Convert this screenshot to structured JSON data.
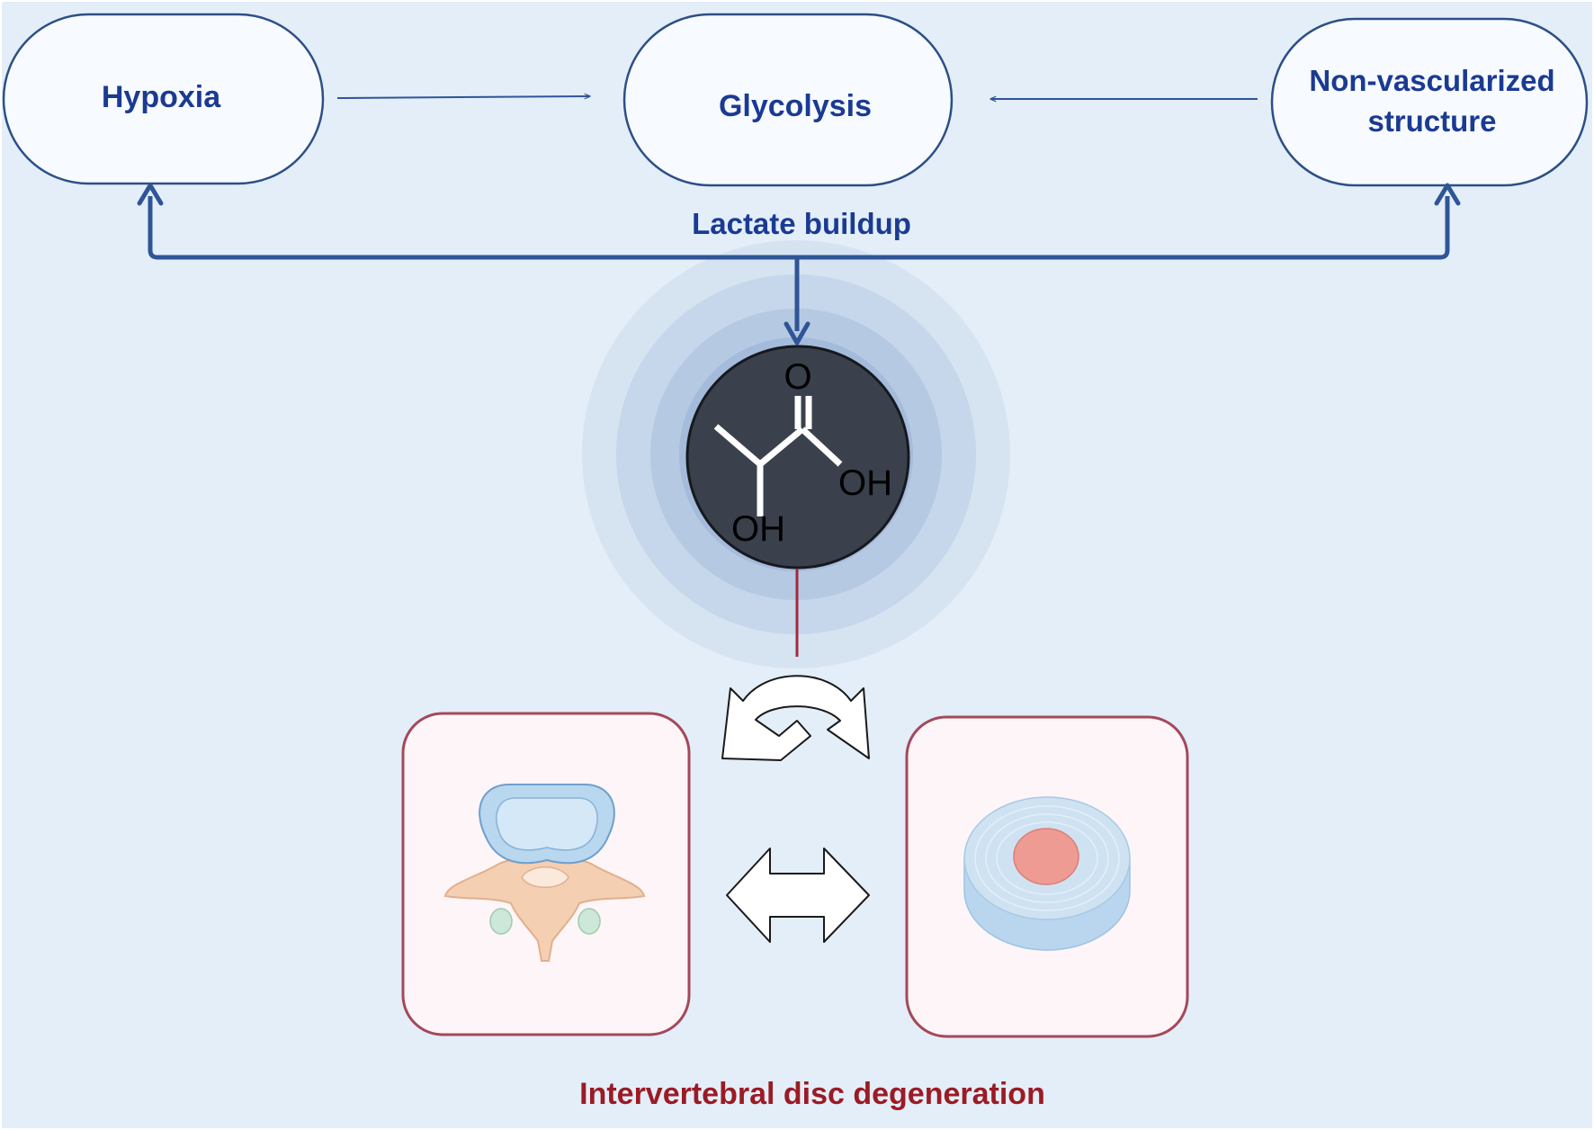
{
  "nodes": {
    "hypoxia": "Hypoxia",
    "glycolysis": "Glycolysis",
    "nonvasc_line1": "Non-vascularized",
    "nonvasc_line2": "structure"
  },
  "labels": {
    "lactate_buildup": "Lactate buildup",
    "idd": "Intervertebral disc degeneration"
  },
  "molecule": {
    "atom_o": "O",
    "atom_oh_right": "OH",
    "atom_oh_bottom": "OH"
  },
  "colors": {
    "background": "#e3eef8",
    "node_text": "#1b3a93",
    "arrow": "#2f5597",
    "idd_text": "#9b1b24",
    "panel_border": "#a5485a",
    "panel_fill": "#fdf5f7",
    "molecule_fill": "#3a414d",
    "halo": "#2f5ea8"
  }
}
